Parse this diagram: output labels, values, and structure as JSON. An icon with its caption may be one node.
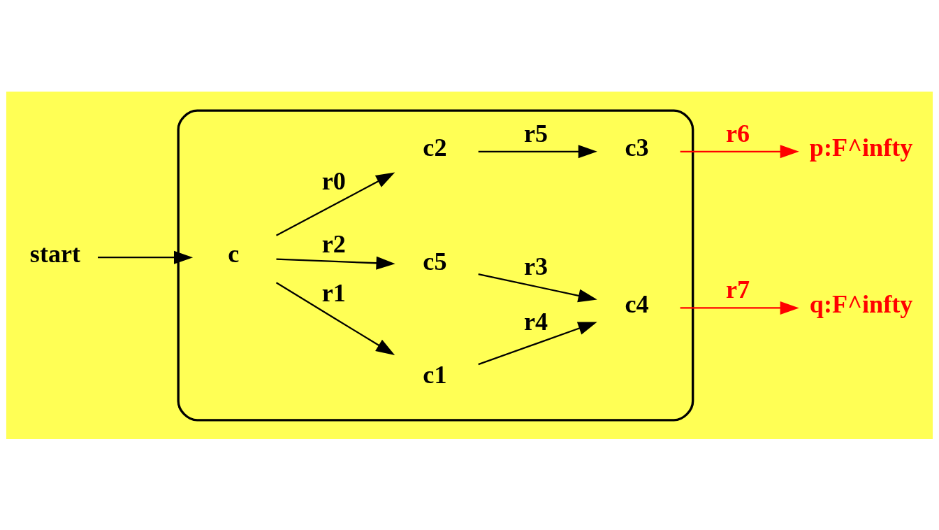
{
  "diagram": {
    "nodes": [
      {
        "text": [],
        "shape": "ellipse"
      },
      {
        "text": [
          "start"
        ]
      },
      {
        "text": [
          "c"
        ],
        "in": 0
      },
      {
        "text": [
          "c2"
        ],
        "in": 0
      },
      {
        "text": [
          "c1"
        ],
        "in": 0
      },
      {
        "text": [
          "c3"
        ],
        "in": 0
      },
      {
        "text": [
          "c5"
        ],
        "in": 0
      },
      {
        "text": [
          "c4"
        ],
        "in": 0
      },
      {
        "text": [
          "p:F^infty"
        ]
      },
      {
        "text": [
          "q:F^infty"
        ]
      }
    ],
    "edges": [
      {
        "from": 1,
        "to": 2,
        "arrow": "to"
      },
      {
        "from": 2,
        "to": 3,
        "arrow": "to",
        "label": "r0"
      },
      {
        "from": 2,
        "to": 4,
        "arrow": "to",
        "label": "r1"
      },
      {
        "from": 2,
        "to": 6,
        "arrow": "to",
        "label": "r2"
      },
      {
        "from": 6,
        "to": 7,
        "arrow": "to",
        "label": "r3"
      },
      {
        "from": 4,
        "to": 7,
        "arrow": "to",
        "label": "r4"
      },
      {
        "from": 3,
        "to": 5,
        "arrow": "to",
        "label": "r5"
      },
      {
        "from": 5,
        "to": 8,
        "arrow": "to",
        "label": "r6",
        "color": "#ff0000"
      },
      {
        "from": 7,
        "to": 9,
        "arrow": "to",
        "label": "r7",
        "color": "#ff0000"
      }
    ]
  }
}
